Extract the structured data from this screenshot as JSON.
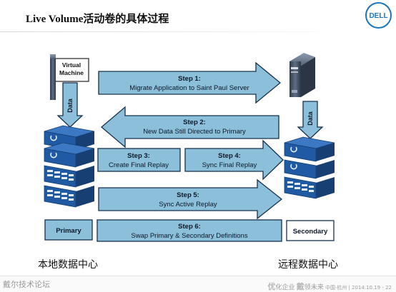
{
  "title": "Live Volume活动卷的具体过程",
  "logo_text": "DELL",
  "vm_label_line1": "Virtual",
  "vm_label_line2": "Machine",
  "data_label": "Data",
  "steps": [
    {
      "title": "Step 1:",
      "desc": "Migrate Application to Saint Paul Server"
    },
    {
      "title": "Step 2:",
      "desc": "New Data Still Directed to Primary"
    },
    {
      "title": "Step 3:",
      "desc": "Create Final Replay"
    },
    {
      "title": "Step 4:",
      "desc": "Sync Final Replay"
    },
    {
      "title": "Step 5:",
      "desc": "Sync Active Replay"
    },
    {
      "title": "Step 6:",
      "desc": "Swap Primary & Secondary Definitions"
    }
  ],
  "primary_label": "Primary",
  "secondary_label": "Secondary",
  "local_dc": "本地数据中心",
  "remote_dc": "远程数据中心",
  "footer": {
    "left": "戴尔技术论坛",
    "right_parts": [
      "优",
      "化企业",
      "戴",
      "领未来",
      "中国·杭州 | 2014.10.19 - 22"
    ]
  },
  "colors": {
    "arrow_fill": "#8bbfda",
    "arrow_stroke": "#16314f",
    "storage_blue": "#1f5aa3",
    "storage_dark": "#173f73"
  }
}
